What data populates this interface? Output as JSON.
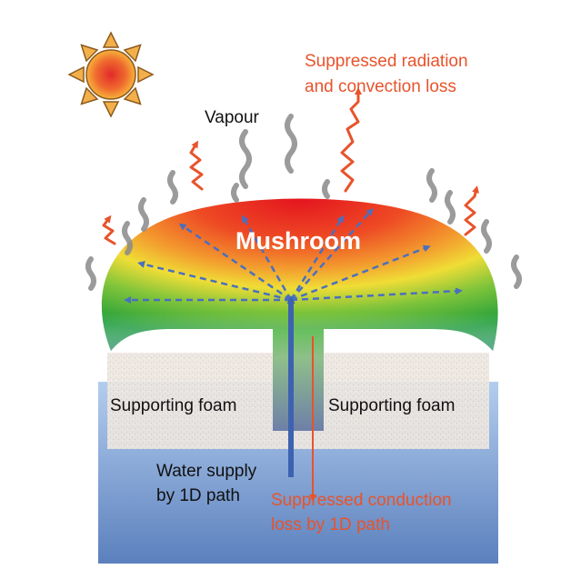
{
  "labels": {
    "vapour": "Vapour",
    "suppressed_radiation_line1": "Suppressed radiation",
    "suppressed_radiation_line2": "and convection loss",
    "mushroom": "Mushroom",
    "foam_left": "Supporting foam",
    "foam_right": "Supporting foam",
    "water_supply_line1": "Water supply",
    "water_supply_line2": "by 1D path",
    "conduction_line1": "Suppressed conduction",
    "conduction_line2": "loss by 1D path"
  },
  "colors": {
    "heat_arrow": "#e8532b",
    "water_arrow": "#3d62b0",
    "vapour": "#8a8a8a",
    "sun_core": "#e8322a",
    "sun_rays": "#f0a43a",
    "water_top": "#aac7ea",
    "water_bottom": "#5f84c0",
    "foam": "#e9e2dc",
    "mushroom_top": "#e8202a",
    "mushroom_mid": "#f2e23a",
    "mushroom_edge": "#2fae3c"
  }
}
